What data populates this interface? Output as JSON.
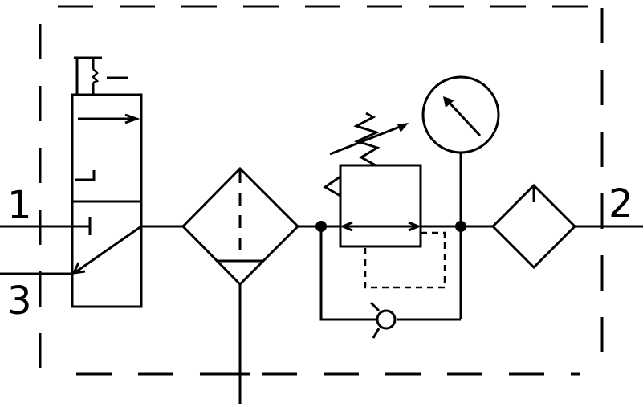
{
  "ports": {
    "inlet": "1",
    "outlet": "2",
    "exhaust": "3"
  },
  "colors": {
    "stroke": "#000000",
    "background": "#ffffff"
  }
}
